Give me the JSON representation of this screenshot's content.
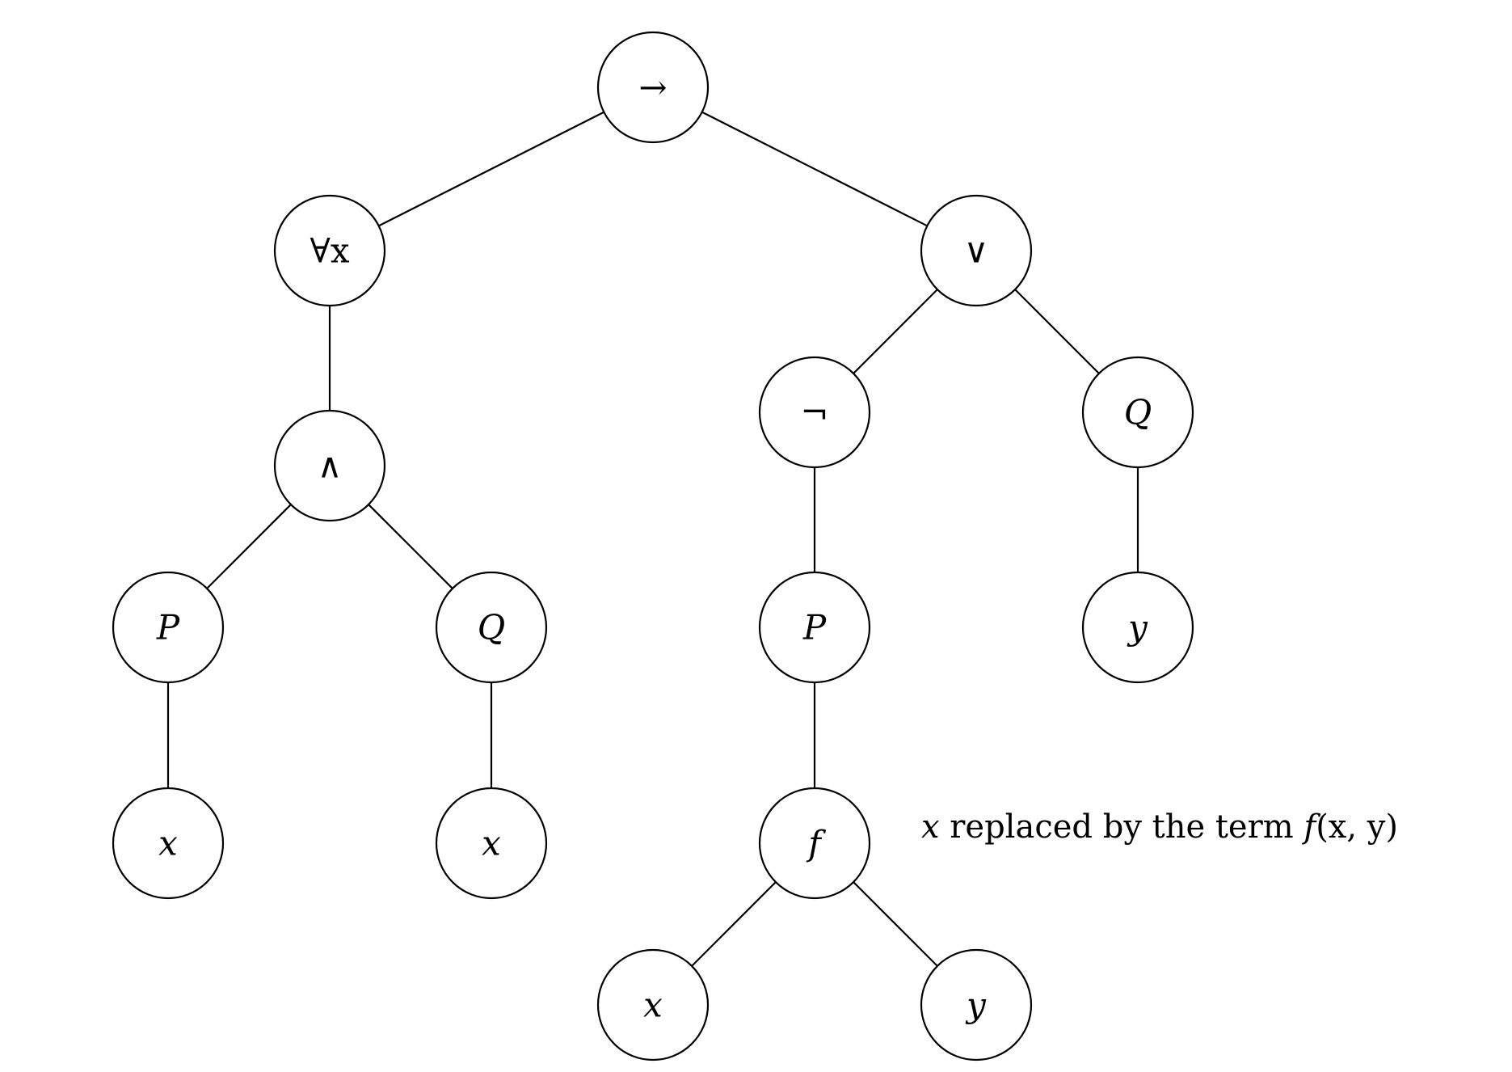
{
  "diagram": {
    "nodes": [
      {
        "id": "n0",
        "label": "→",
        "italic": false
      },
      {
        "id": "n1",
        "label": "∀x",
        "italic": false
      },
      {
        "id": "n2",
        "label": "∧",
        "italic": false
      },
      {
        "id": "n3",
        "label": "P",
        "italic": true
      },
      {
        "id": "n4",
        "label": "x",
        "italic": true
      },
      {
        "id": "n5",
        "label": "Q",
        "italic": true
      },
      {
        "id": "n6",
        "label": "x",
        "italic": true
      },
      {
        "id": "n7",
        "label": "∨",
        "italic": false
      },
      {
        "id": "n8",
        "label": "¬",
        "italic": false
      },
      {
        "id": "n9",
        "label": "P",
        "italic": true
      },
      {
        "id": "n10",
        "label": "f",
        "italic": true
      },
      {
        "id": "n11",
        "label": "x",
        "italic": true
      },
      {
        "id": "n12",
        "label": "y",
        "italic": true
      },
      {
        "id": "n13",
        "label": "Q",
        "italic": true
      },
      {
        "id": "n14",
        "label": "y",
        "italic": true
      }
    ],
    "edges": [
      [
        "n0",
        "n1"
      ],
      [
        "n0",
        "n7"
      ],
      [
        "n1",
        "n2"
      ],
      [
        "n2",
        "n3"
      ],
      [
        "n2",
        "n5"
      ],
      [
        "n3",
        "n4"
      ],
      [
        "n5",
        "n6"
      ],
      [
        "n7",
        "n8"
      ],
      [
        "n7",
        "n13"
      ],
      [
        "n8",
        "n9"
      ],
      [
        "n9",
        "n10"
      ],
      [
        "n10",
        "n11"
      ],
      [
        "n10",
        "n12"
      ],
      [
        "n13",
        "n14"
      ]
    ],
    "annotation": {
      "var": "x",
      "middle": " replaced by the term ",
      "term_fn": "f",
      "term_args": "(x, y)"
    }
  }
}
